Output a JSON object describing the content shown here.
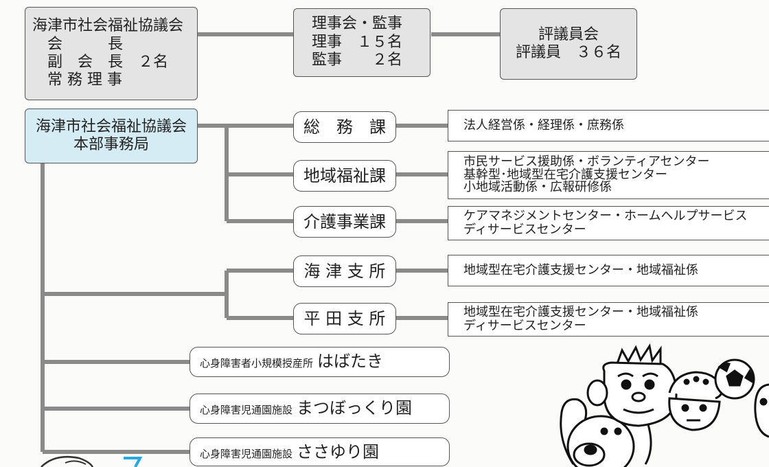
{
  "board_box": {
    "lines": [
      "海津市社会福祉協議会",
      "　会　　　長",
      "　副　会　長　２名",
      "　常 務 理 事"
    ]
  },
  "directors_box": {
    "lines": [
      "理事会・監事",
      "理事　１５名",
      "監事　　２名"
    ]
  },
  "councilors_box": {
    "lines": [
      "評議員会",
      "評議員　３６名"
    ]
  },
  "hq_box": {
    "lines": [
      "海津市社会福祉協議会",
      "本部事務局"
    ]
  },
  "departments": [
    {
      "label": "総　務　課",
      "sections": [
        "法人経営係・経理係・庶務係"
      ]
    },
    {
      "label": "地域福祉課",
      "sections": [
        "市民サービス援助係・ボランティアセンター",
        "基幹型･地域型在宅介護支援センター",
        "小地域活動係・広報研修係"
      ]
    },
    {
      "label": "介護事業課",
      "sections": [
        "ケアマネジメントセンター・ホームヘルプサービス",
        "ディサービスセンター"
      ]
    },
    {
      "label": "海 津 支 所",
      "sections": [
        "地域型在宅介護支援センター・地域福祉係"
      ]
    },
    {
      "label": "平 田 支 所",
      "sections": [
        "地域型在宅介護支援センター・地域福祉係",
        "ディサービスセンター"
      ]
    }
  ],
  "facilities": [
    {
      "type": "心身障害者小規模授産所",
      "name": "はばたき"
    },
    {
      "type": "心身障害児通園施設",
      "name": "まつぼっくり園"
    },
    {
      "type": "心身障害児通園施設",
      "name": "ささゆり園"
    }
  ],
  "colors": {
    "line": "#8a8a8a",
    "border": "#555555",
    "gray_box": "#e4e4e4",
    "hq_box": "#d6ecf5",
    "accent_mark": "#29a8e0"
  }
}
